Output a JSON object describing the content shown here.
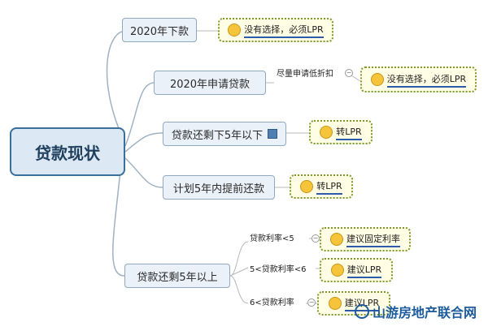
{
  "root": {
    "label": "贷款现状"
  },
  "branches": [
    {
      "label": "2020年下款",
      "leaf": "没有选择，必须LPR"
    },
    {
      "label": "2020年申请贷款",
      "sub": "尽量申请低折扣",
      "leaf": "没有选择，必须LPR"
    },
    {
      "label": "贷款还剩下5年以下",
      "leaf": "转LPR"
    },
    {
      "label": "计划5年内提前还款",
      "leaf": "转LPR"
    },
    {
      "label": "贷款还剩5年以上",
      "subs": [
        {
          "label": "贷款利率<5",
          "leaf": "建议固定利率"
        },
        {
          "label": "5<贷款利率<6",
          "leaf": "建议LPR"
        },
        {
          "label": "6<贷款利率",
          "leaf": "建议LPR"
        }
      ]
    }
  ],
  "watermark": "山游房地产联合网",
  "colors": {
    "root_border": "#3a6f9b",
    "node_fill": "#eaf1f8",
    "leaf_border": "#7a9a2e",
    "leaf_fill": "#fffde3"
  }
}
